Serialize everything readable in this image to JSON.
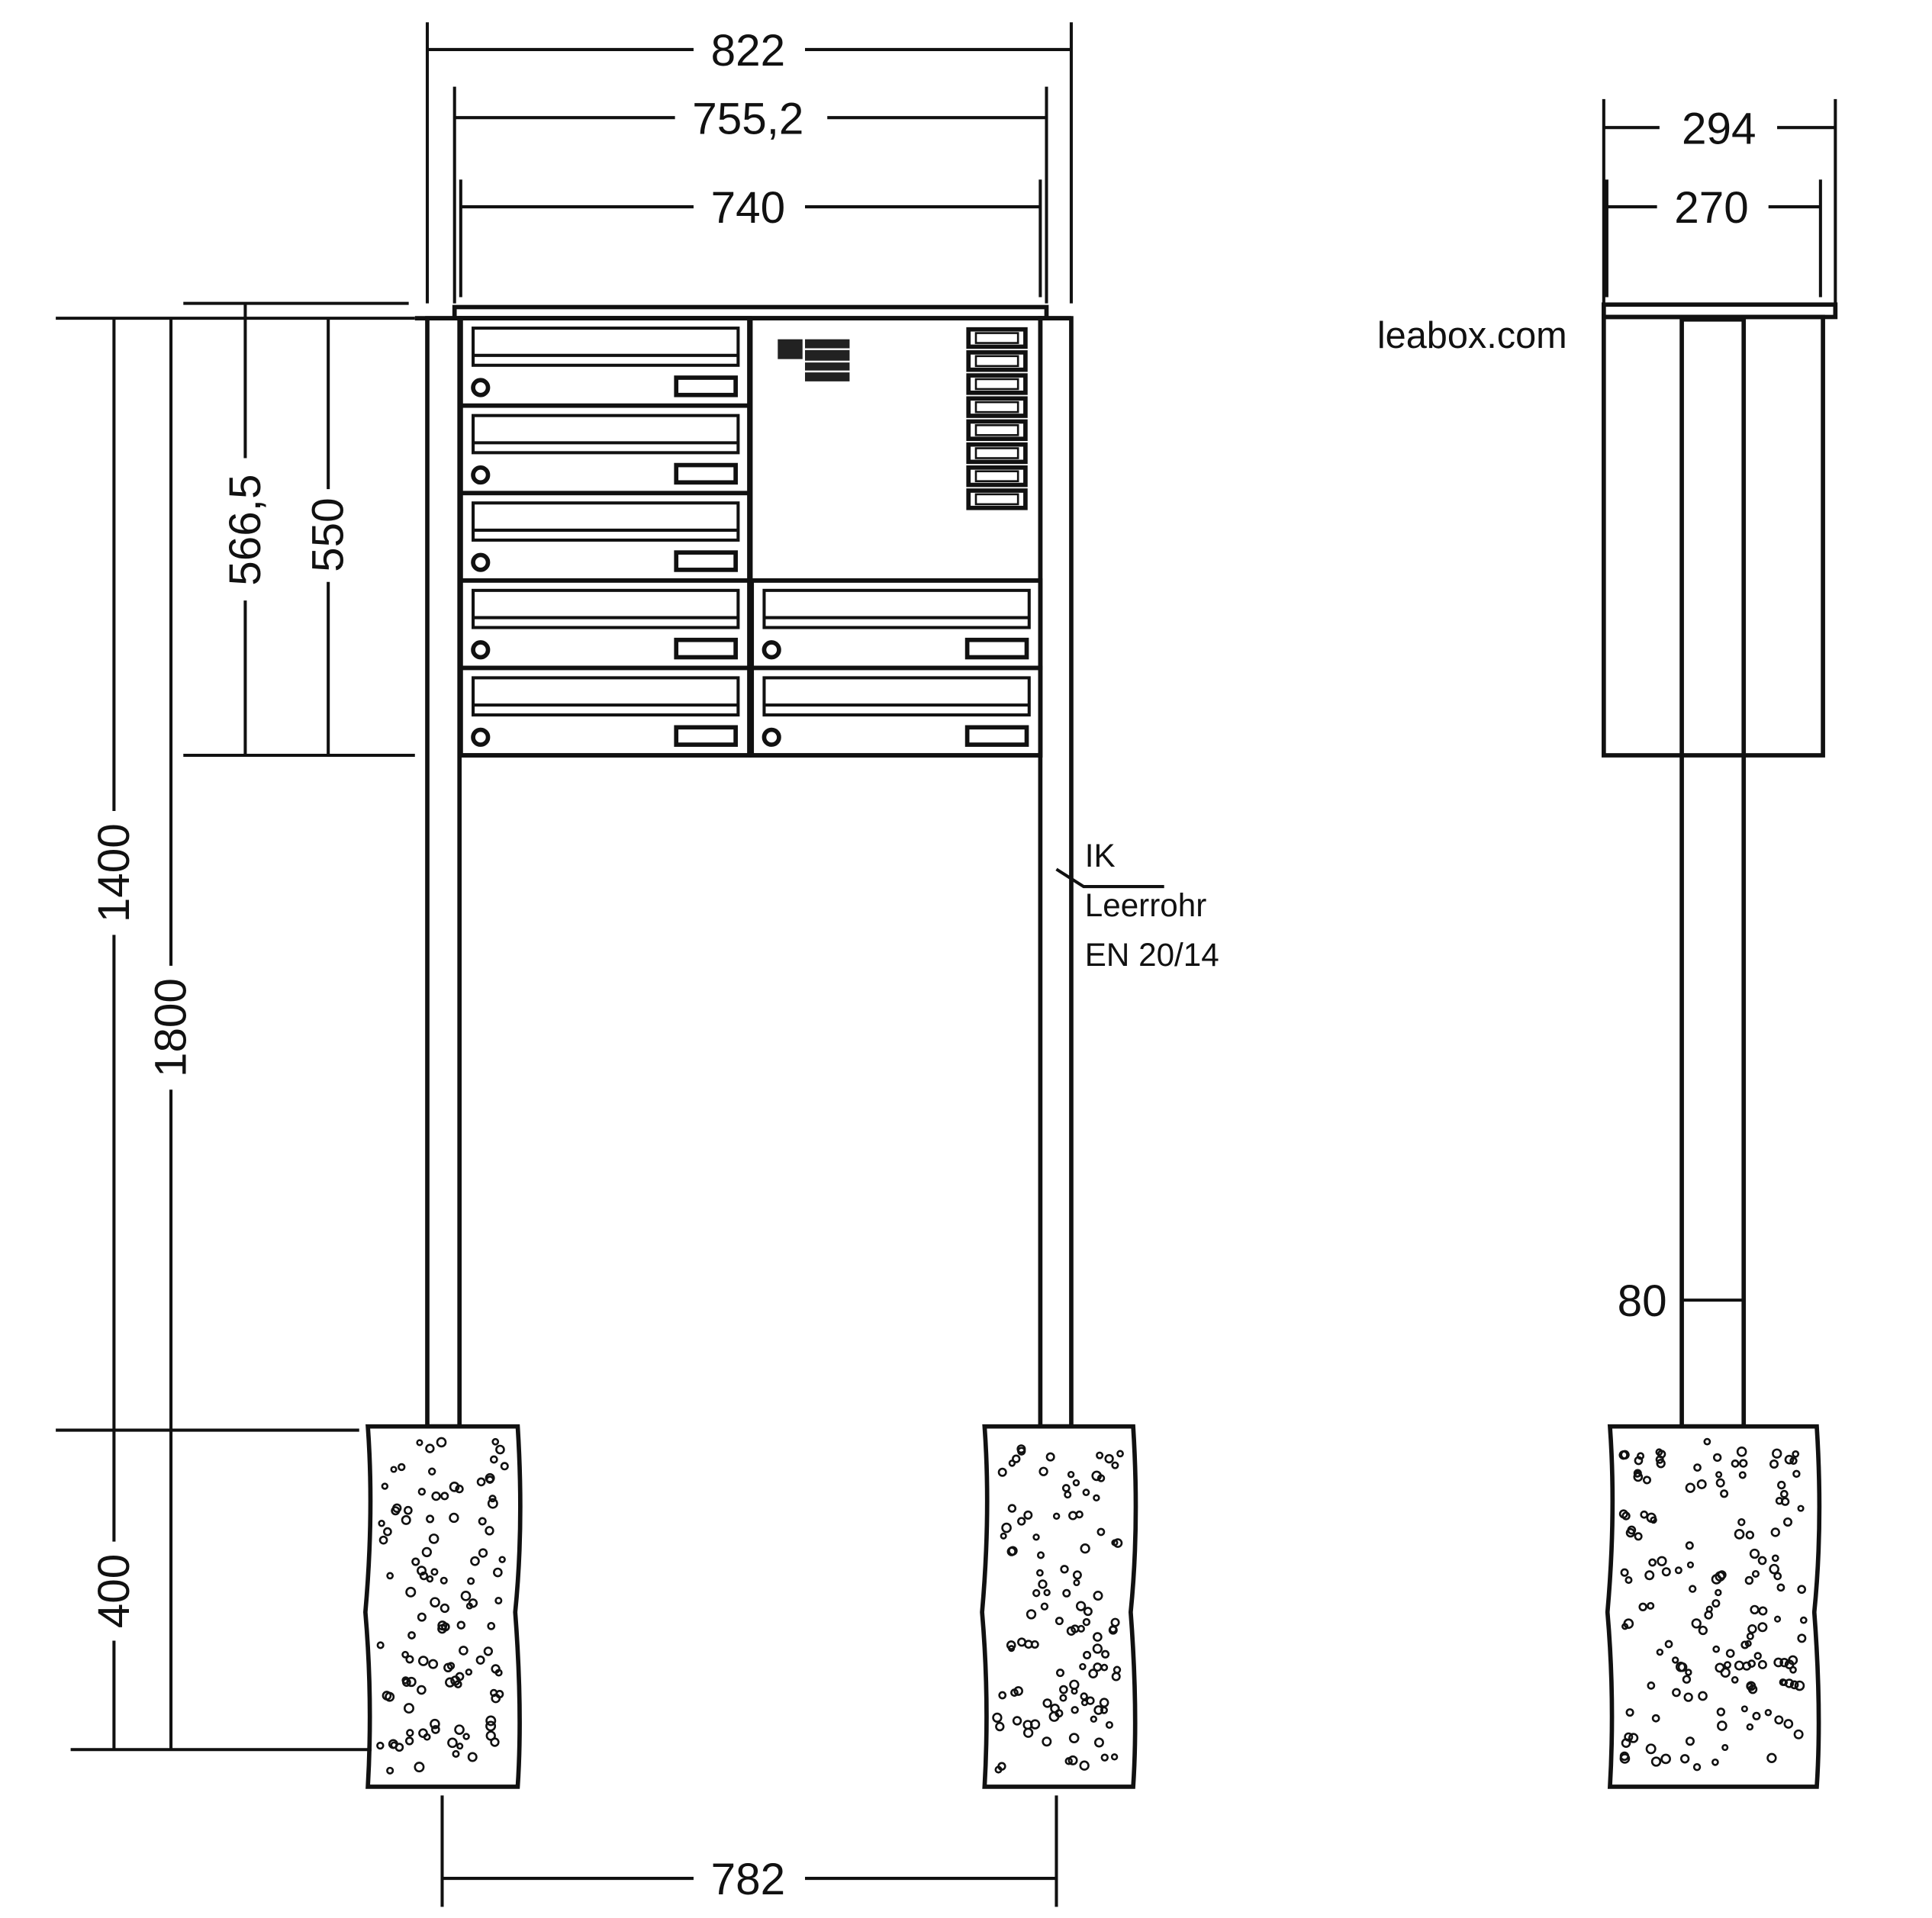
{
  "drawing": {
    "front_view": {
      "width_overall": "822",
      "width_cap": "755,2",
      "width_body": "740",
      "height_box_total": "566,5",
      "height_box": "550",
      "height_post_above_ground": "1400",
      "height_total": "1800",
      "foundation_depth": "400",
      "post_spacing": "782",
      "mailbox_layout": {
        "left_column_boxes": 5,
        "right_column_boxes": 2,
        "intercom_buttons": 8
      },
      "conduit_note": {
        "line1": "IK",
        "line2": "Leerrohr",
        "line3": "EN 20/14"
      }
    },
    "side_view": {
      "depth_overall": "294",
      "depth_body": "270",
      "post_width": "80",
      "brand": "leabox.com"
    }
  }
}
